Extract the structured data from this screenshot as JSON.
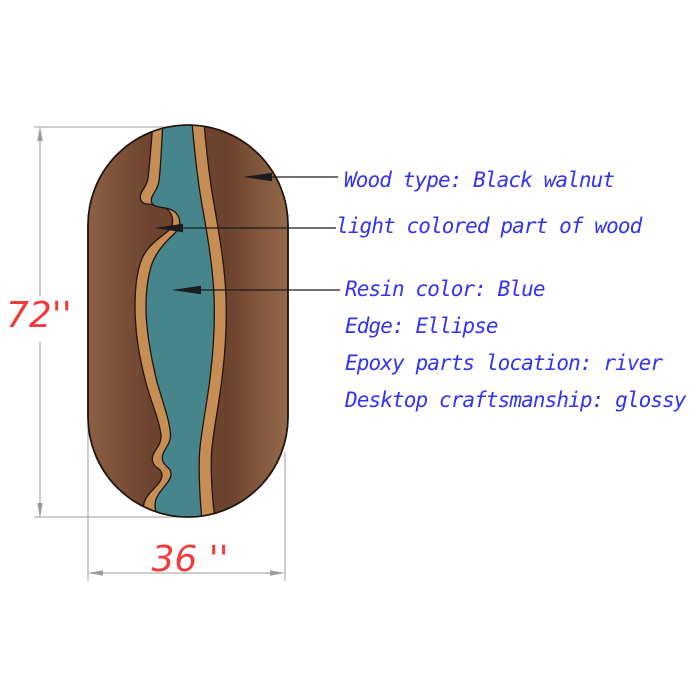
{
  "diagram": {
    "title": "epoxy-river-tabletop-spec",
    "dimensions": {
      "height": "72''",
      "width": "36 ''"
    },
    "callouts": [
      "Wood type: Black walnut",
      "light colored part of wood",
      "Resin color: Blue",
      "Edge: Ellipse",
      "Epoxy parts location: river",
      "Desktop craftsmanship: glossy"
    ],
    "colors": {
      "wood_outer_left": "#8d5f43",
      "wood_inner": "#6c432e",
      "wood_outer_right": "#95694a",
      "sapwood": "#c68d55",
      "resin": "#47858d",
      "outline": "#20150d",
      "dimension_line": "#9c9c9c",
      "dimension_text": "#f13c3c",
      "annotation_text": "#3333f0",
      "leader_line": "#1c1c1c"
    }
  }
}
